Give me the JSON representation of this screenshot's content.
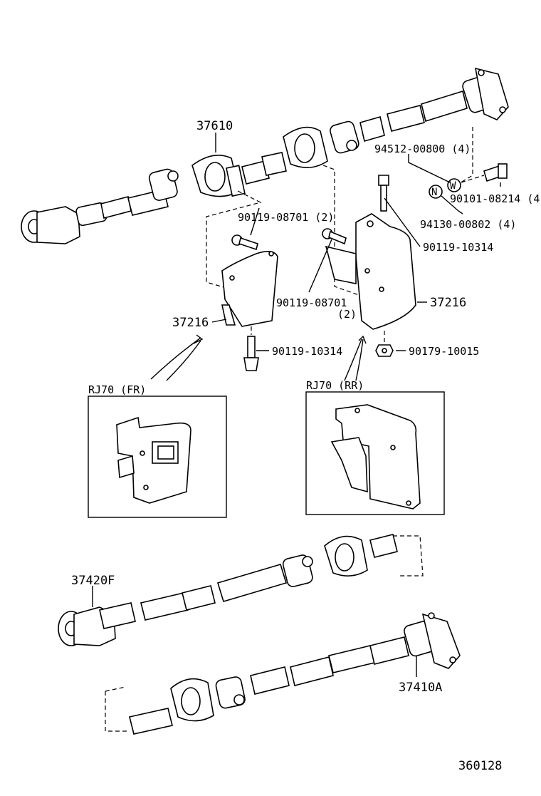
{
  "labels": {
    "p37610": "37610",
    "p94512": "94512-00800 (4)",
    "p90101": "90101-08214 (4)",
    "p94130": "94130-00802 (4)",
    "p90119_10314_top": "90119-10314",
    "p90119_08701_left": "90119-08701 (2)",
    "p90119_08701_mid": "90119-08701",
    "p90119_08701_mid_qty": "(2)",
    "p37216_left": "37216",
    "p37216_right": "37216",
    "p90119_10314_bottom": "90119-10314",
    "p90179": "90179-10015",
    "p37420F": "37420F",
    "p37410A": "37410A",
    "diagram_number": "360128",
    "washer_mark": "W",
    "nut_mark": "N"
  },
  "insets": {
    "front": {
      "title": "RJ70 (FR)"
    },
    "rear": {
      "title": "RJ70 (RR)"
    }
  }
}
